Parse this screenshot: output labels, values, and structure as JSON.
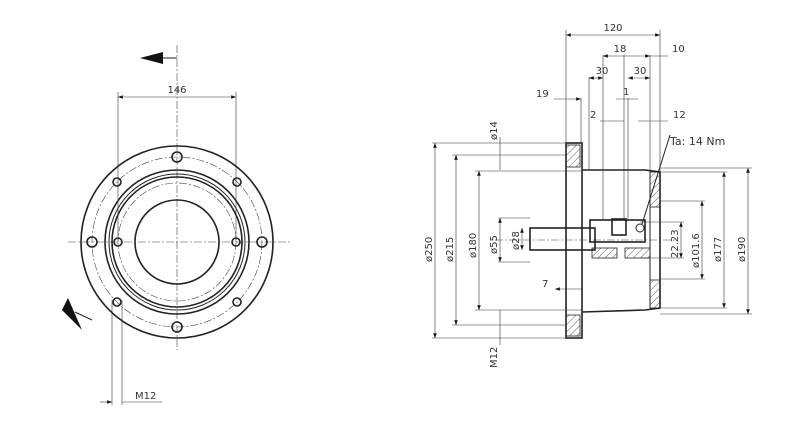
{
  "front_view": {
    "dim_bolt_spacing": "146",
    "thread_label": "M12"
  },
  "side_view": {
    "dims_top": {
      "overall_length": "120",
      "d18": "18",
      "d10": "10",
      "d30_left": "30",
      "d30_right": "30",
      "d19": "19",
      "d1": "1",
      "d2": "2",
      "d12": "12"
    },
    "torque_note": "Ta: 14 Nm",
    "dims_left": {
      "hole_dia": "ø14",
      "d250": "ø250",
      "d215": "ø215",
      "d180": "ø180",
      "d55": "ø55",
      "d28": "ø28",
      "thread": "M12"
    },
    "dims_right": {
      "d22_23": "22.23",
      "d101_6": "ø101.6",
      "d177": "ø177",
      "d190": "ø190"
    },
    "wall": "7"
  }
}
